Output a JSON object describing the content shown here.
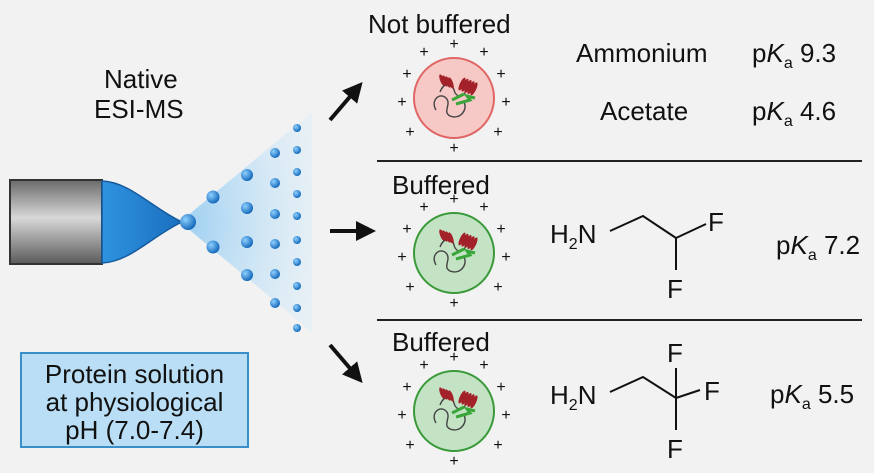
{
  "method": {
    "line1": "Native",
    "line2": "ESI-MS"
  },
  "solution_box": {
    "line1": "Protein solution",
    "line2": "at physiological",
    "line3": "pH (7.0-7.4)"
  },
  "panels": [
    {
      "label": "Not buffered",
      "droplet_color": "#f6c9c6",
      "droplet_border": "#e06666",
      "compounds": [
        {
          "name": "Ammonium",
          "pka_prefix": "p",
          "pka_k": "K",
          "pka_sub": "a",
          "pka_value": "9.3"
        },
        {
          "name": "Acetate",
          "pka_prefix": "p",
          "pka_k": "K",
          "pka_sub": "a",
          "pka_value": "4.6"
        }
      ]
    },
    {
      "label": "Buffered",
      "droplet_color": "#c4e3c4",
      "droplet_border": "#3a9a3a",
      "structure": {
        "amine": "H",
        "sub2": "2",
        "n": "N",
        "f_top": "F",
        "f_bottom": "F"
      },
      "pka": {
        "prefix": "p",
        "k": "K",
        "sub": "a",
        "value": "7.2"
      }
    },
    {
      "label": "Buffered",
      "droplet_color": "#c4e3c4",
      "droplet_border": "#3a9a3a",
      "structure": {
        "amine": "H",
        "sub2": "2",
        "n": "N",
        "f_top": "F",
        "f_right": "F",
        "f_bottom": "F"
      },
      "pka": {
        "prefix": "p",
        "k": "K",
        "sub": "a",
        "value": "5.5"
      }
    }
  ],
  "charge_symbol": "+",
  "colors": {
    "spray": "#4aa8e6",
    "droplet_blue": "#1f7fd1",
    "box_fill": "#b9def5",
    "box_border": "#3a8fc9"
  }
}
